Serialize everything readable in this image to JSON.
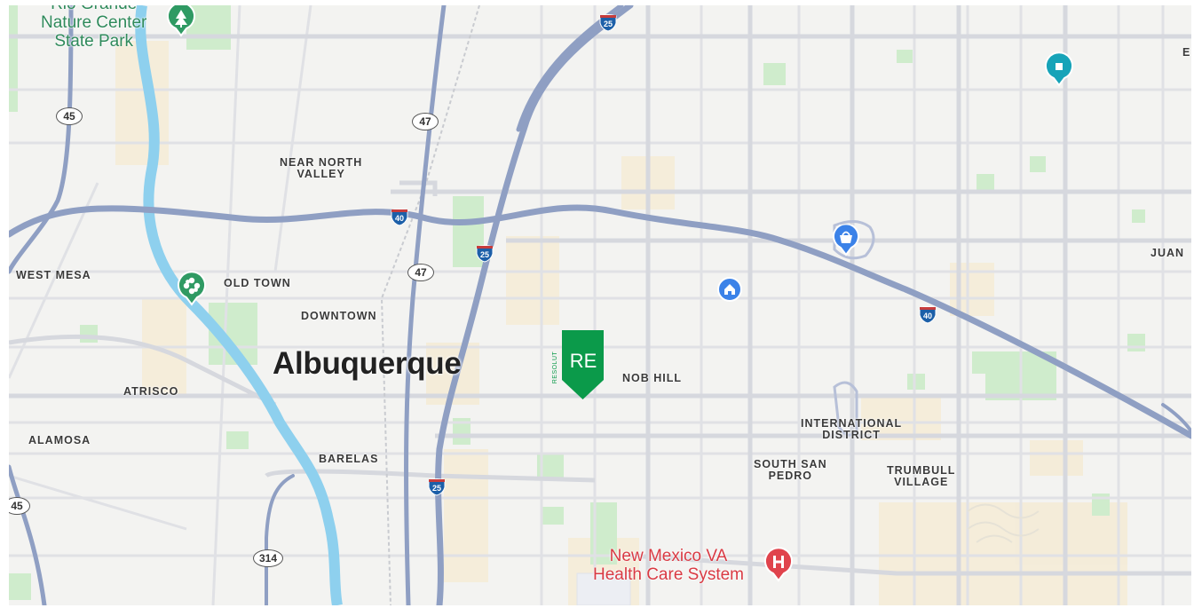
{
  "map": {
    "city": "Albuquerque",
    "neighborhoods": {
      "near_north_valley": "NEAR NORTH\nVALLEY",
      "west_mesa": "WEST MESA",
      "old_town": "OLD TOWN",
      "downtown": "DOWNTOWN",
      "atrisco": "ATRISCO",
      "alamosa": "ALAMOSA",
      "barelas": "BARELAS",
      "nob_hill": "NOB HILL",
      "international_district": "INTERNATIONAL\nDISTRICT",
      "south_san_pedro": "SOUTH SAN\nPEDRO",
      "trumbull_village": "TRUMBULL\nVILLAGE",
      "juan": "JUAN",
      "edge_e": "E"
    },
    "poi": {
      "park_top": "Rio Grande\nNature Center\nState Park",
      "hospital": "New Mexico VA\nHealth Care System"
    },
    "shields": {
      "i25_top": "25",
      "i40_a": "40",
      "i25_mid": "25",
      "i40_b": "40",
      "i25_bottom": "25"
    },
    "routes": {
      "r45_top": "45",
      "r47_top": "47",
      "r47_mid": "47",
      "r45_bottom": "45",
      "r314": "314"
    },
    "marker": {
      "logo": "RE",
      "side": "RESOLUT"
    },
    "colors": {
      "background": "#f3f3f1",
      "highway": "#8f9fc3",
      "road": "#ffffff",
      "water": "#8ed0ee",
      "park": "#cdeccb",
      "marker": "#0b9a4a",
      "hospital": "#e0434c",
      "home_pin": "#3b82e8",
      "teal_pin": "#16a3b8"
    },
    "icons": [
      "tree-icon",
      "flower-garden-icon",
      "home-icon",
      "shopping-icon",
      "square-stop-icon",
      "hospital-icon",
      "interstate-shield-icon",
      "state-route-icon"
    ]
  }
}
